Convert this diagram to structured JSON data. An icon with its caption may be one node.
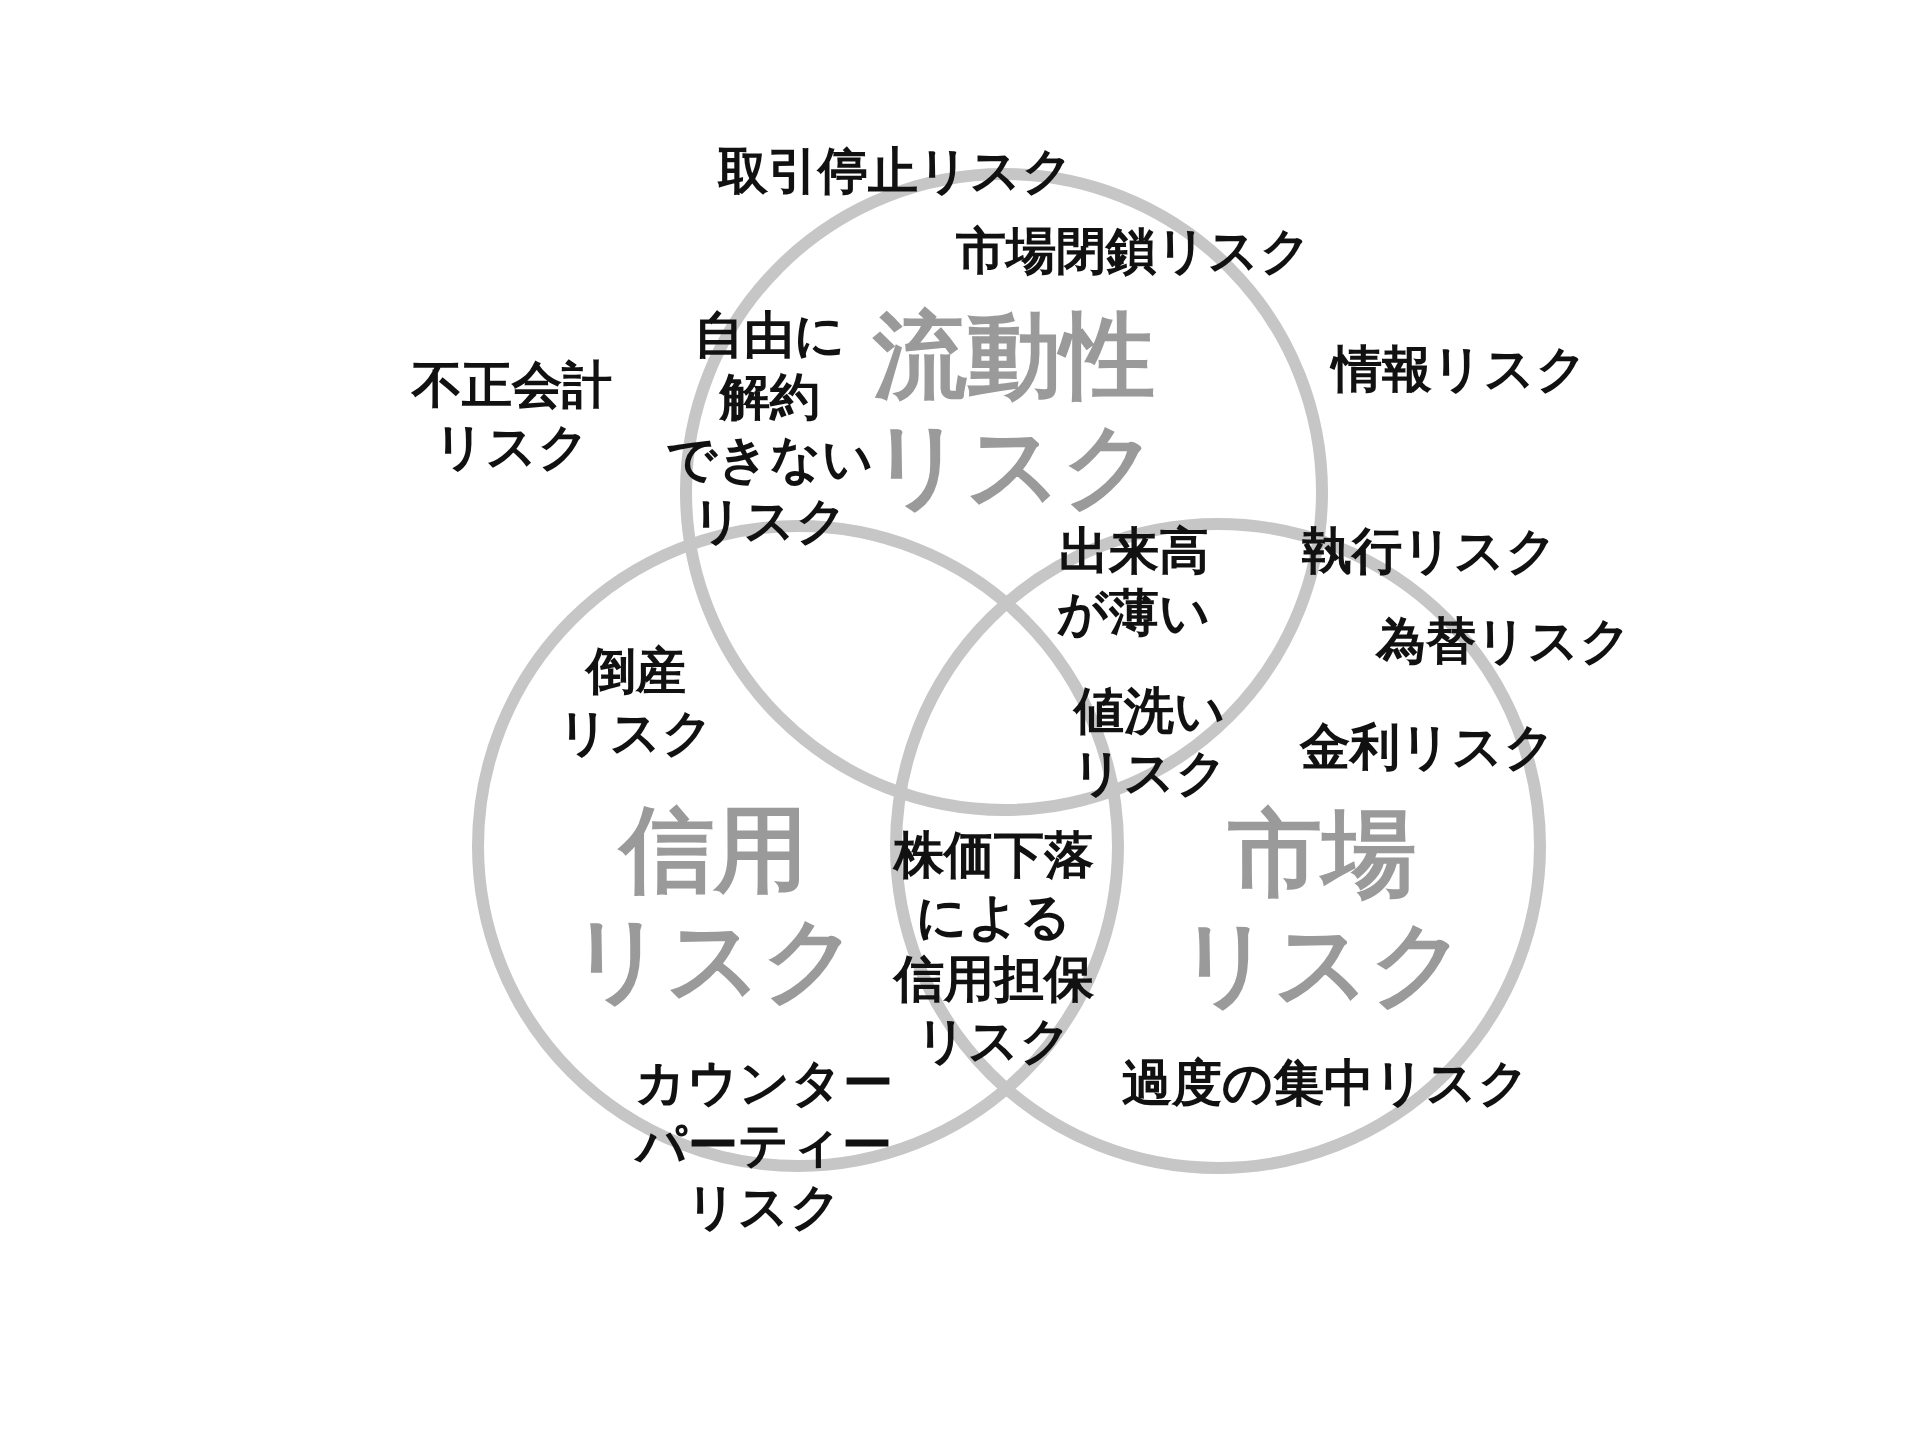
{
  "diagram": {
    "nodes": [
      {
        "text": [
          "流動性リスク"
        ]
      },
      {
        "text": [
          "信用リスク"
        ]
      },
      {
        "text": [
          "市場リスク"
        ]
      }
    ],
    "labels": [
      "取引停止リスク",
      "市場閉鎖リスク",
      "不正会計リスク",
      "自由に解約できないリスク",
      "情報リスク",
      "出来高が薄い",
      "執行リスク",
      "為替リスク",
      "倒産リスク",
      "値洗いリスク",
      "金利リスク",
      "株価下落による信用担保リスク",
      "カウンターパーティーリスク",
      "過度の集中リスク"
    ]
  }
}
